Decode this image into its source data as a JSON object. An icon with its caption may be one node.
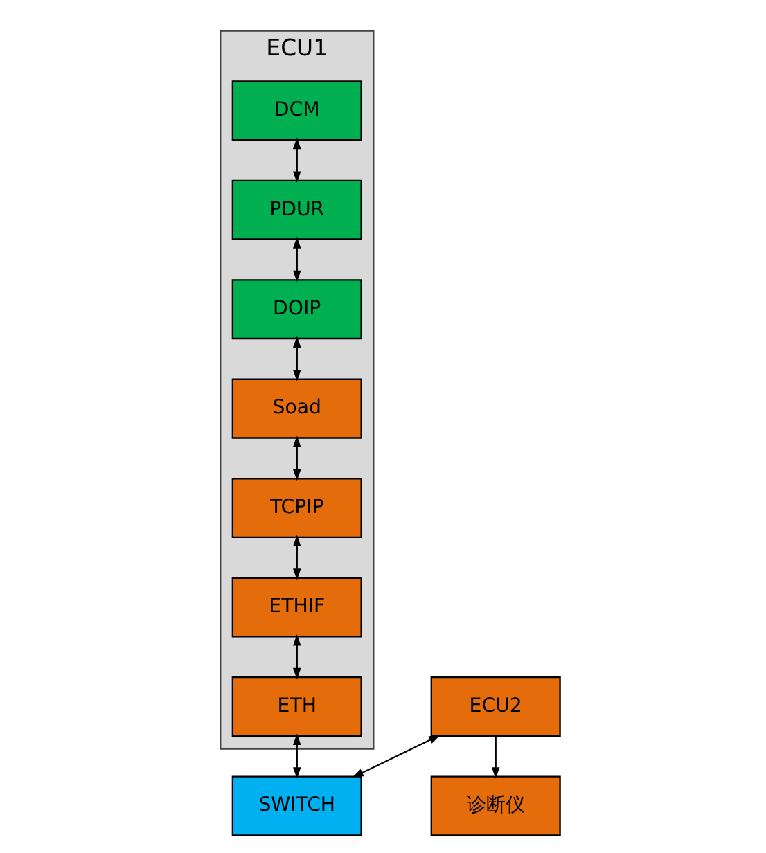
{
  "diagram": {
    "nodes": [
      {
        "text": [
          "ECU1"
        ]
      },
      {
        "text": [
          "DCM"
        ],
        "in": 0
      },
      {
        "text": [
          "PDUR"
        ],
        "in": 0
      },
      {
        "text": [
          "DOIP"
        ],
        "in": 0
      },
      {
        "text": [
          "Soad"
        ],
        "in": 0
      },
      {
        "text": [
          "TCPIP"
        ],
        "in": 0
      },
      {
        "text": [
          "ETHIF"
        ],
        "in": 0
      },
      {
        "text": [
          "ETH"
        ],
        "in": 0
      },
      {
        "text": [
          "诊断仪"
        ]
      },
      {
        "text": [
          "SWITCH"
        ]
      },
      {
        "text": [
          "ECU2"
        ]
      }
    ],
    "edges": [
      {
        "from": 1,
        "to": 2,
        "arrow": "both"
      },
      {
        "from": 2,
        "to": 3,
        "arrow": "both"
      },
      {
        "from": 3,
        "to": 4,
        "arrow": "both"
      },
      {
        "from": 4,
        "to": 5,
        "arrow": "both"
      },
      {
        "from": 5,
        "to": 6,
        "arrow": "both"
      },
      {
        "from": 6,
        "to": 7,
        "arrow": "both"
      },
      {
        "from": 7,
        "to": 9,
        "arrow": "both"
      },
      {
        "from": 10,
        "to": 9,
        "arrow": "both"
      },
      {
        "from": 10,
        "to": 8,
        "arrow": "to"
      }
    ]
  }
}
